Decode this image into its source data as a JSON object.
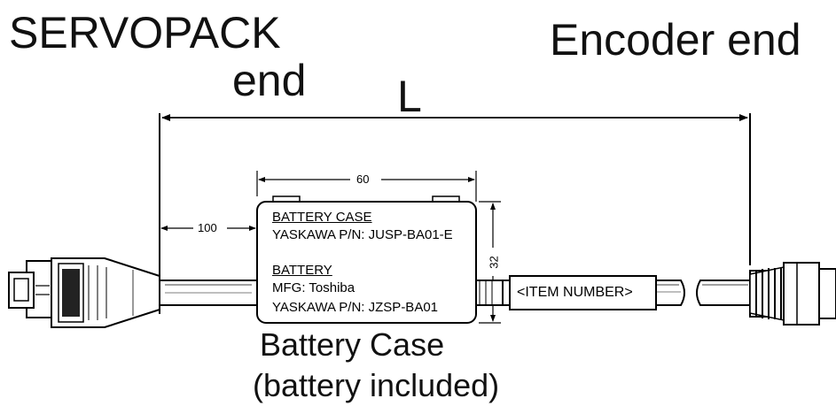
{
  "labels": {
    "servopack_line1": "SERVOPACK",
    "servopack_line2": "end",
    "encoder": "Encoder end",
    "length": "L",
    "caption_line1": "Battery Case",
    "caption_line2": "(battery included)"
  },
  "dimensions": {
    "offset": "100",
    "case_width": "60",
    "case_height": "32"
  },
  "battery_case": {
    "heading": "BATTERY CASE",
    "part_number": "YASKAWA P/N: JUSP-BA01-E",
    "battery_heading": "BATTERY",
    "manufacturer": "MFG: Toshiba",
    "battery_part_number": "YASKAWA P/N: JZSP-BA01"
  },
  "cable_tag": "<ITEM NUMBER>"
}
